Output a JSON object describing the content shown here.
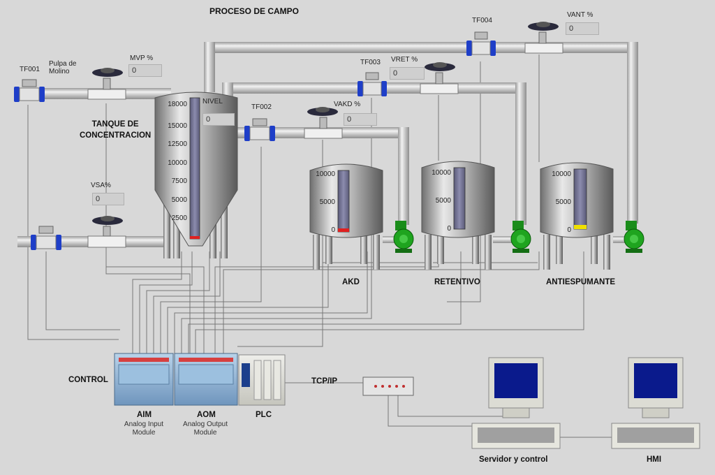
{
  "title": "PROCESO DE CAMPO",
  "labels": {
    "tf001": "TF001",
    "tf002": "TF002",
    "tf003": "TF003",
    "tf004": "TF004",
    "pulpa": "Pulpa de\nMolino",
    "mvp": "MVP %",
    "vsa": "VSA%",
    "vakd": "VAKD %",
    "vret": "VRET %",
    "vant": "VANT %",
    "nivel": "NIVEL",
    "tanque": "TANQUE DE\nCONCENTRACION",
    "akd": "AKD",
    "retentivo": "RETENTIVO",
    "antiespumante": "ANTIESPUMANTE",
    "control": "CONTROL",
    "aim": "AIM",
    "aim_sub": "Analog Input\nModule",
    "aom": "AOM",
    "aom_sub": "Analog Output\nModule",
    "plc": "PLC",
    "tcpip": "TCP/IP",
    "servidor": "Servidor y control",
    "hmi": "HMI"
  },
  "fields": {
    "mvp": "0",
    "vsa": "0",
    "vakd": "0",
    "vret": "0",
    "vant": "0",
    "nivel": "0"
  },
  "scales": {
    "main": [
      "18000",
      "15000",
      "12500",
      "10000",
      "7500",
      "5000",
      "2500"
    ],
    "small": [
      "10000",
      "5000",
      "0"
    ]
  },
  "levels": {
    "tanque": 0,
    "akd": 0,
    "retentivo": 0,
    "antiespumante": 0
  },
  "colors": {
    "background": "#d8d8d8",
    "pipe": "#c8c8c8",
    "valve_flange": "#1e3ec8",
    "pump": "#1fa41f",
    "level_akd": "#e02020",
    "level_tanque": "#e02020",
    "level_antiespumante": "#f0e000",
    "screen": "#0a1a8c"
  }
}
